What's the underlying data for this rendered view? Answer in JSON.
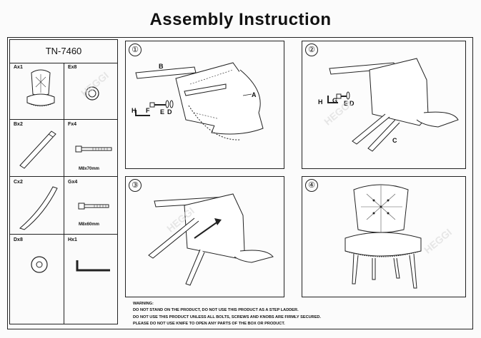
{
  "title": "Assembly Instruction",
  "model": "TN-7460",
  "parts": [
    {
      "label": "Ax1",
      "spec": ""
    },
    {
      "label": "Ex8",
      "spec": ""
    },
    {
      "label": "Bx2",
      "spec": ""
    },
    {
      "label": "Fx4",
      "spec": "M8x70mm"
    },
    {
      "label": "Cx2",
      "spec": ""
    },
    {
      "label": "Gx4",
      "spec": "M8x60mm"
    },
    {
      "label": "Dx8",
      "spec": ""
    },
    {
      "label": "Hx1",
      "spec": ""
    }
  ],
  "steps": [
    {
      "number": "①",
      "callouts": [
        "B",
        "A",
        "H",
        "F",
        "E",
        "D"
      ]
    },
    {
      "number": "②",
      "callouts": [
        "H",
        "G",
        "E",
        "D",
        "C"
      ]
    },
    {
      "number": "③",
      "callouts": []
    },
    {
      "number": "④",
      "callouts": []
    }
  ],
  "warning": {
    "heading": "WARNING:",
    "lines": [
      "DO NOT STAND ON THE PRODUCT, DO NOT USE THIS PRODUCT AS A STEP LADDER.",
      "DO NOT USE THIS PRODUCT UNLESS ALL BOLTS, SCREWS AND KNOBS ARE FIRMLY SECURED.",
      "PLEASE DO NOT USE KNIFE TO OPEN ANY PARTS OF THE BOX OR PRODUCT."
    ]
  },
  "watermark": "HEGGI"
}
